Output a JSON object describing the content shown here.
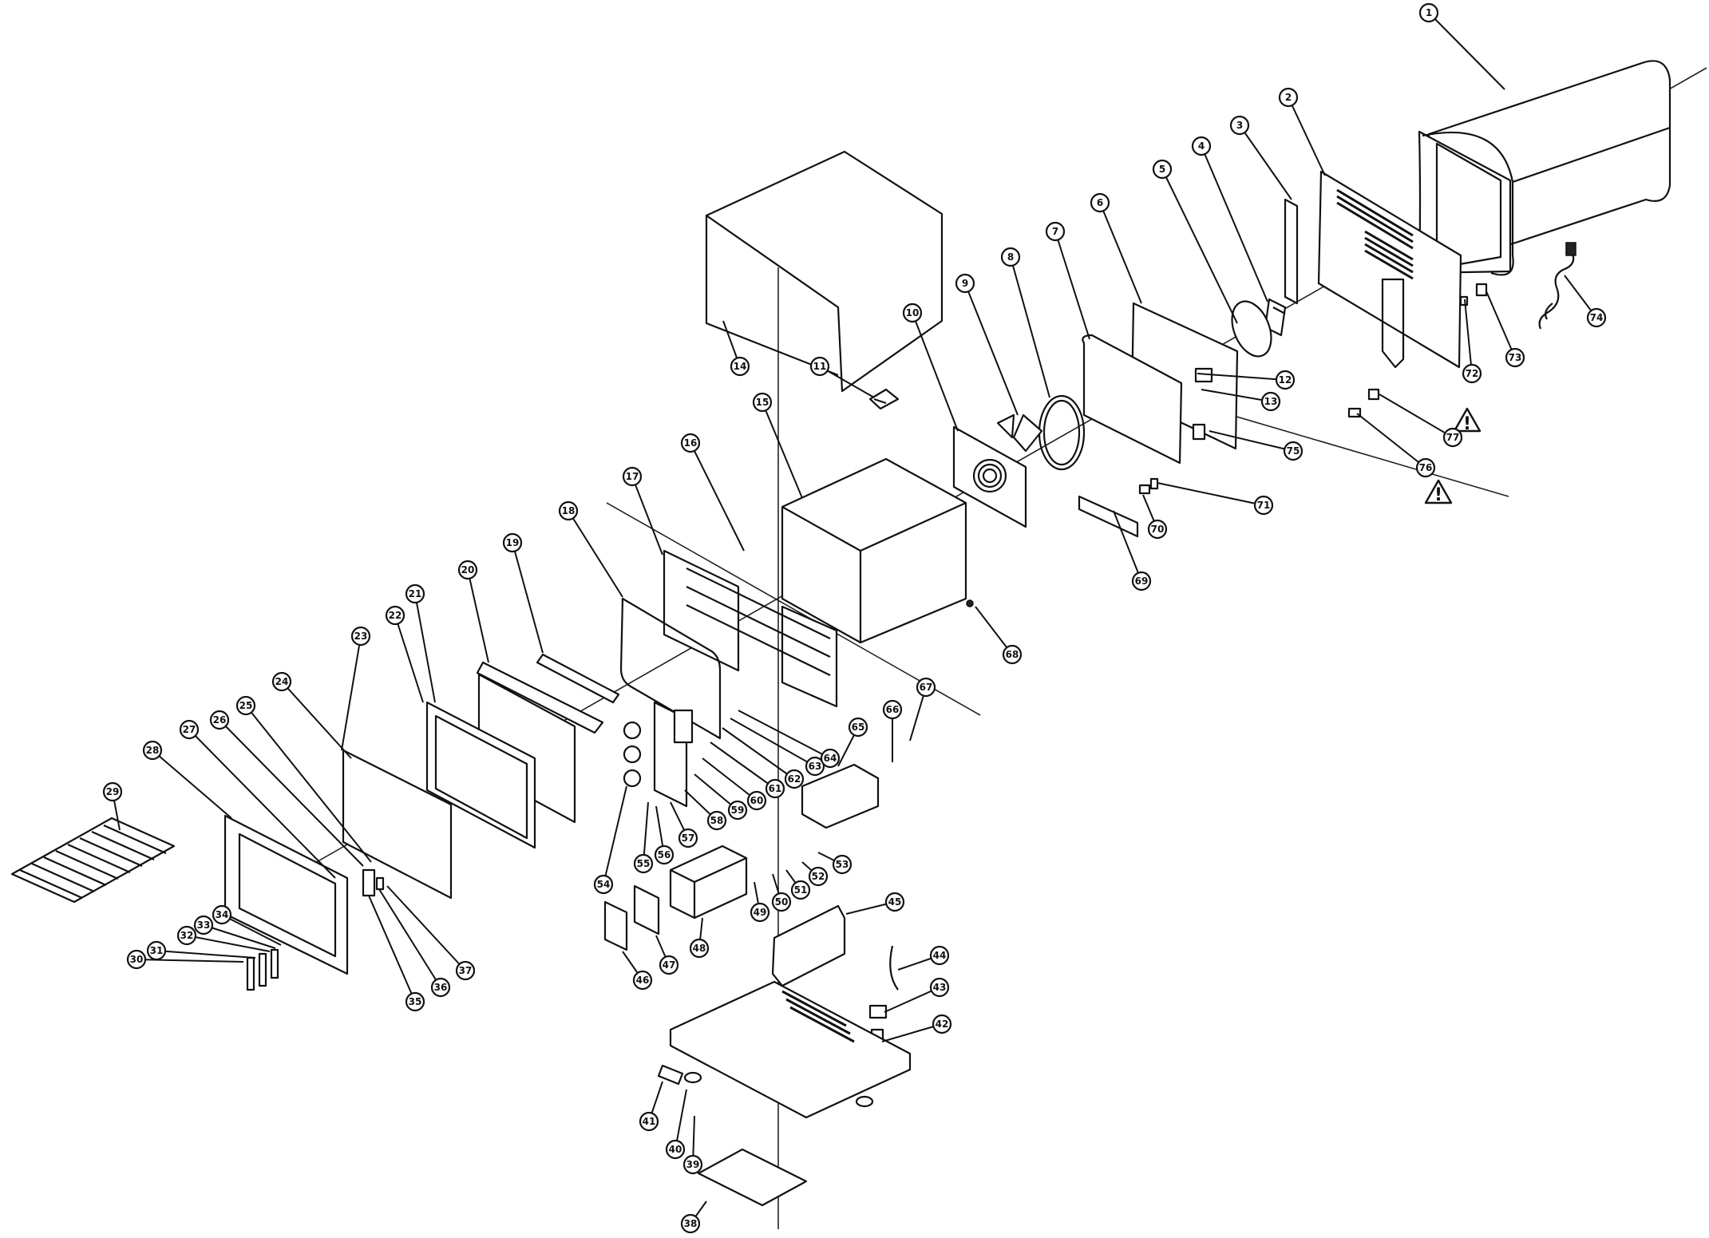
{
  "callouts": [
    {
      "id": "1",
      "label": "1"
    },
    {
      "id": "2",
      "label": "2"
    },
    {
      "id": "3",
      "label": "3"
    },
    {
      "id": "4",
      "label": "4"
    },
    {
      "id": "5",
      "label": "5"
    },
    {
      "id": "6",
      "label": "6"
    },
    {
      "id": "7",
      "label": "7"
    },
    {
      "id": "8",
      "label": "8"
    },
    {
      "id": "9",
      "label": "9"
    },
    {
      "id": "10",
      "label": "10"
    },
    {
      "id": "11",
      "label": "11"
    },
    {
      "id": "12",
      "label": "12"
    },
    {
      "id": "13",
      "label": "13"
    },
    {
      "id": "14",
      "label": "14"
    },
    {
      "id": "15",
      "label": "15"
    },
    {
      "id": "16",
      "label": "16"
    },
    {
      "id": "17",
      "label": "17"
    },
    {
      "id": "18",
      "label": "18"
    },
    {
      "id": "19",
      "label": "19"
    },
    {
      "id": "20",
      "label": "20"
    },
    {
      "id": "21",
      "label": "21"
    },
    {
      "id": "22",
      "label": "22"
    },
    {
      "id": "23",
      "label": "23"
    },
    {
      "id": "24",
      "label": "24"
    },
    {
      "id": "25",
      "label": "25"
    },
    {
      "id": "26",
      "label": "26"
    },
    {
      "id": "27",
      "label": "27"
    },
    {
      "id": "28",
      "label": "28"
    },
    {
      "id": "29",
      "label": "29"
    },
    {
      "id": "30",
      "label": "30"
    },
    {
      "id": "31",
      "label": "31"
    },
    {
      "id": "32",
      "label": "32"
    },
    {
      "id": "33",
      "label": "33"
    },
    {
      "id": "34",
      "label": "34"
    },
    {
      "id": "35",
      "label": "35"
    },
    {
      "id": "36",
      "label": "36"
    },
    {
      "id": "37",
      "label": "37"
    },
    {
      "id": "38",
      "label": "38"
    },
    {
      "id": "39",
      "label": "39"
    },
    {
      "id": "40",
      "label": "40"
    },
    {
      "id": "41",
      "label": "41"
    },
    {
      "id": "42",
      "label": "42"
    },
    {
      "id": "43",
      "label": "43"
    },
    {
      "id": "44",
      "label": "44"
    },
    {
      "id": "45",
      "label": "45"
    },
    {
      "id": "46",
      "label": "46"
    },
    {
      "id": "47",
      "label": "47"
    },
    {
      "id": "48",
      "label": "48"
    },
    {
      "id": "49",
      "label": "49"
    },
    {
      "id": "50",
      "label": "50"
    },
    {
      "id": "51",
      "label": "51"
    },
    {
      "id": "52",
      "label": "52"
    },
    {
      "id": "53",
      "label": "53"
    },
    {
      "id": "54",
      "label": "54"
    },
    {
      "id": "55",
      "label": "55"
    },
    {
      "id": "56",
      "label": "56"
    },
    {
      "id": "57",
      "label": "57"
    },
    {
      "id": "58",
      "label": "58"
    },
    {
      "id": "59",
      "label": "59"
    },
    {
      "id": "60",
      "label": "60"
    },
    {
      "id": "61",
      "label": "61"
    },
    {
      "id": "62",
      "label": "62"
    },
    {
      "id": "63",
      "label": "63"
    },
    {
      "id": "64",
      "label": "64"
    },
    {
      "id": "65",
      "label": "65"
    },
    {
      "id": "66",
      "label": "66"
    },
    {
      "id": "67",
      "label": "67"
    },
    {
      "id": "68",
      "label": "68"
    },
    {
      "id": "69",
      "label": "69"
    },
    {
      "id": "70",
      "label": "70"
    },
    {
      "id": "71",
      "label": "71"
    },
    {
      "id": "72",
      "label": "72"
    },
    {
      "id": "73",
      "label": "73"
    },
    {
      "id": "74",
      "label": "74"
    },
    {
      "id": "75",
      "label": "75"
    },
    {
      "id": "76",
      "label": "76"
    },
    {
      "id": "77",
      "label": "77"
    }
  ],
  "warnings": [
    {
      "id": "warn-77",
      "symbol": "!"
    },
    {
      "id": "warn-76",
      "symbol": "!"
    }
  ]
}
